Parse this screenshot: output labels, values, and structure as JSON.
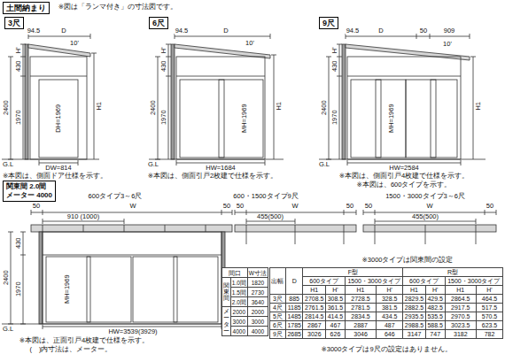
{
  "diagram": {
    "nodes": [
      {
        "text": [
          "土間納まり"
        ]
      },
      {
        "text": [
          "3尺"
        ]
      },
      {
        "text": [
          "6尺"
        ]
      },
      {
        "text": [
          "9尺"
        ]
      },
      {
        "text": [
          "関東間 2.0間",
          "メーター 4000"
        ]
      }
    ],
    "labels": [
      "※図は「ランマ付き」の寸法図です。",
      "94.5",
      "D",
      "10'",
      "H'",
      "430",
      "2400",
      "1970",
      "DH=1969",
      "H1",
      "G.L",
      "DW=814",
      "※本図は、側面ドア仕様を示す。",
      "94.5",
      "D",
      "10'",
      "H'",
      "430",
      "2400",
      "1970",
      "MH=1969",
      "H1",
      "G.L",
      "HW=1684",
      "※本図は、側面引戸2枚建で仕様を示す。",
      "94.5",
      "D",
      "10'",
      "50",
      "909",
      "H'",
      "430",
      "2400",
      "1970",
      "MH=1969",
      "H1",
      "G.L",
      "HW=2584",
      "※本図は、側面引戸4枚建で仕様を示す。",
      "※本図は、600タイプを示す。",
      "600タイプ3～6尺",
      "50",
      "W",
      "50",
      "910 (1000)",
      "430",
      "2400",
      "1970",
      "MH=1969",
      "G.L",
      "HW=3539(3929)",
      "※本図は、正面引戸4枚建で仕様を示す。",
      "(　)内寸法は、メーター。",
      "600・1500タイプ9尺",
      "50",
      "W",
      "50",
      "455(500)",
      "1500・3000タイプ3～6尺",
      "50",
      "W",
      "50",
      "455(500)",
      "※3000タイプは関東間の設定",
      "間口",
      "W寸法",
      "関東間",
      "1.0間",
      "1820",
      "1.5間",
      "2730",
      "2.0間",
      "3640",
      "メーター",
      "2000",
      "2000",
      "3000",
      "3000",
      "4000",
      "4000",
      "出幅",
      "D",
      "F型",
      "R型",
      "600タイプ",
      "1500・3000タイプ",
      "600タイプ",
      "1500・3000タイプ",
      "H1",
      "H'",
      "H1",
      "H'",
      "H1",
      "H'",
      "H1",
      "H'",
      "3尺",
      "885",
      "2708.5",
      "308.5",
      "2728.5",
      "328.5",
      "2829.5",
      "429.5",
      "2864.5",
      "464.5",
      "4尺",
      "1185",
      "2761.5",
      "361.5",
      "2781.5",
      "381.5",
      "2882.5",
      "482.5",
      "2917.5",
      "517.5",
      "5尺",
      "1485",
      "2814.5",
      "414.5",
      "2834.5",
      "434.5",
      "2935.5",
      "535.5",
      "2970.5",
      "570.5",
      "6尺",
      "1785",
      "2867",
      "467",
      "2887",
      "487",
      "2988.5",
      "588.5",
      "3023.5",
      "623.5",
      "9尺",
      "2685",
      "3026",
      "626",
      "3046",
      "646",
      "3147",
      "747",
      "3182",
      "782",
      "※3000タイプは9尺の設定はありません。"
    ]
  }
}
